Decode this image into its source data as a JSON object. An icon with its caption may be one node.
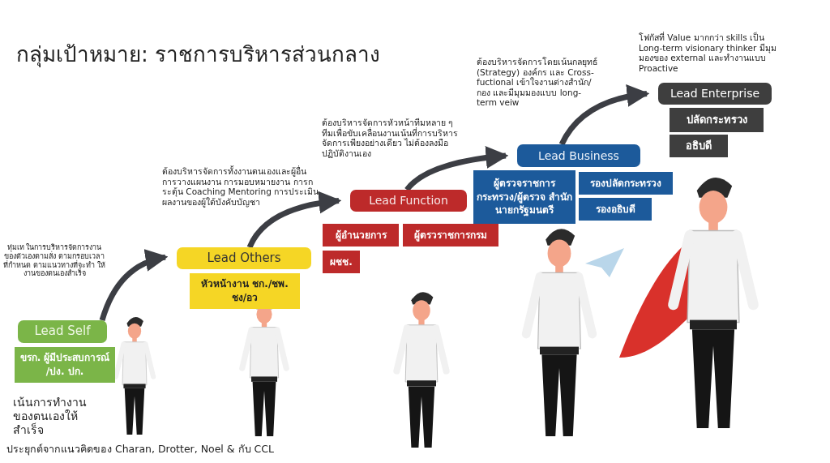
{
  "diagram": {
    "title": "กลุ่มเป้าหมาย: ราชการบริหารส่วนกลาง",
    "caption": "ประยุกต์จากแนวคิดของ Charan, Drotter, Noel & กับ CCL",
    "nodes": [
      {
        "text": [
          "Lead Self"
        ]
      },
      {
        "text": [
          "ขรก. ผู้มีประสบการณ์ /ปง. ปก."
        ]
      },
      {
        "text": [
          "Lead Others"
        ]
      },
      {
        "text": [
          "หัวหน้างาน ชก./ชพ. ชง/อว"
        ]
      },
      {
        "text": [
          "Lead Function"
        ]
      },
      {
        "text": [
          "ผู้อำนวยการ"
        ]
      },
      {
        "text": [
          "ผู้ตรวราชการกรม"
        ]
      },
      {
        "text": [
          "ผชช."
        ]
      },
      {
        "text": [
          "Lead Business"
        ]
      },
      {
        "text": [
          "ผู้ตรวจราชการ กระทรวง/ผู้ตรวจ สำนักนายกรัฐมนตรี"
        ]
      },
      {
        "text": [
          "รองปลัดกระทรวง"
        ]
      },
      {
        "text": [
          "รองอธิบดี"
        ]
      },
      {
        "text": [
          "Lead Enterprise"
        ]
      },
      {
        "text": [
          "ปลัดกระทรวง"
        ]
      },
      {
        "text": [
          "อธิบดี"
        ]
      }
    ],
    "edges": [
      {
        "from": 0,
        "to": 2,
        "arrow": "to"
      },
      {
        "from": 2,
        "to": 4,
        "arrow": "to"
      },
      {
        "from": 4,
        "to": 8,
        "arrow": "to"
      },
      {
        "from": 8,
        "to": 12,
        "arrow": "to"
      }
    ],
    "labels": [
      "ทุ่มเท ในการบริหารจัดการงานของตัวเองตามสั่ง ตามกรอบเวลาที่กำหนด ตามแนวทางที่จะทำ ให้งานของตนเองสำเร็จ",
      "ต้องบริหารจัดการทั้งงานตนเองและผู้อื่นการวางแผนงาน การมอบหมายงาน การกระตุ้น Coaching Mentoring การประเมินผลงานของผู้ใต้บังคับบัญชา",
      "ต้องบริหารจัดการหัวหน้าทีมหลาย ๆ ทีมเพื่อขับเคลื่อนงานเน้นที่การบริหารจัดการเพียงอย่างเดียว ไม่ต้องลงมือปฏิบัติงานเอง",
      "ต้องบริหารจัดการโดยเน้นกลยุทธ์ (Strategy) องค์กร และ Cross-fuctional เข้าใจงานต่างสำนัก/กอง และมีมุมมองแบบ long-term veiw",
      "โฟกัสที่ Value มากกว่า skills เป็น Long-term visionary thinker มีมุมมองของ external และทำงานแบบ Proactive",
      "เน้นการทำงานของตนเองให้สำเร็จ"
    ]
  }
}
